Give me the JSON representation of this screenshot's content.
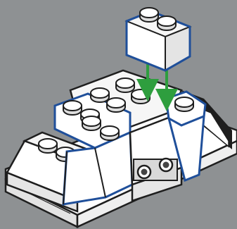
{
  "figure": {
    "type": "lego-build-step",
    "description_visible_text": "",
    "colors": {
      "background": "#8e9193",
      "brick_face": "#ffffff",
      "brick_shade": "#dcdcdc",
      "outline": "#1e1e1e",
      "highlight_outline": "#1f4f9a",
      "arrow": "#2e9e3e"
    },
    "new_part": {
      "name": "brick-1x2",
      "studs": 2,
      "highlighted": true
    },
    "assembly": {
      "highlighted_parts": [
        "brick-2x2-left",
        "brick-1x2-right",
        "slope-front-left",
        "slope-front-right"
      ],
      "arrows": 2
    }
  }
}
